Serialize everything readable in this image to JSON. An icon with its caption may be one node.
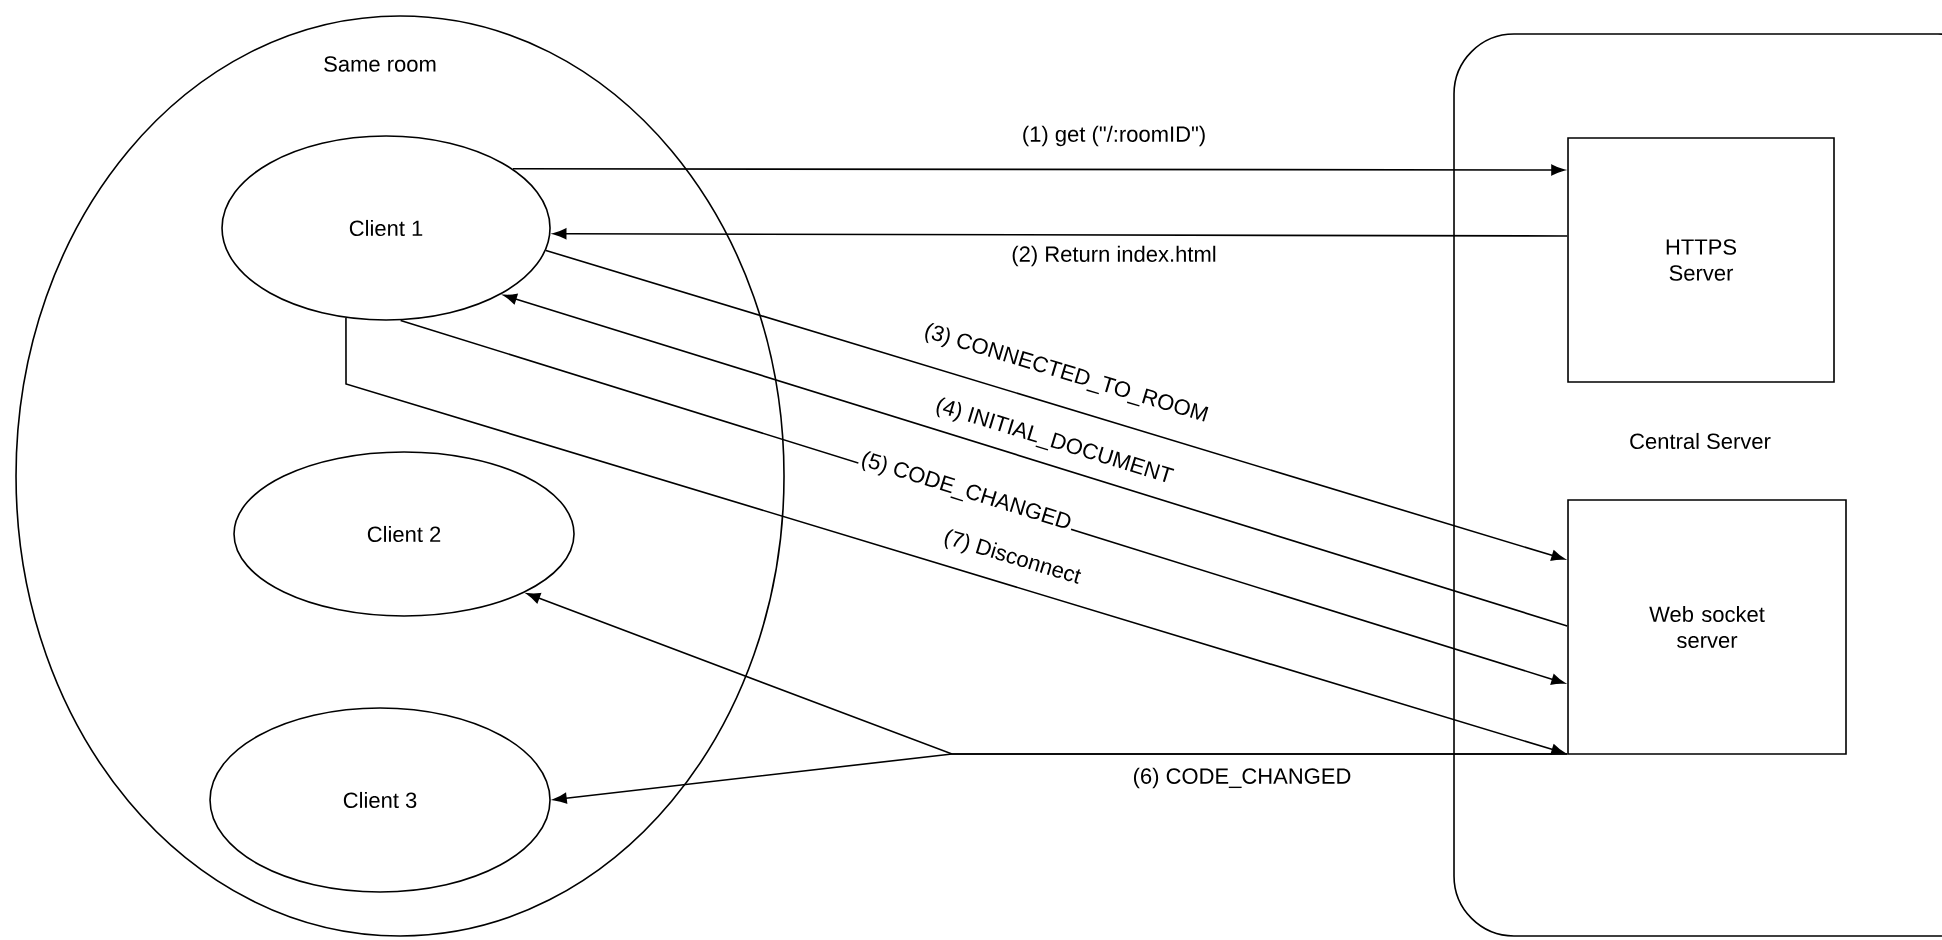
{
  "diagram": {
    "nodes": [
      {
        "text": [
          "Same room"
        ]
      },
      {
        "text": [
          "Client 1"
        ],
        "in": 0
      },
      {
        "text": [
          "Client 2"
        ],
        "in": 0
      },
      {
        "text": [
          "Client 3"
        ],
        "in": 0
      },
      {
        "text": [
          "Central Server"
        ]
      },
      {
        "text": [
          "HTTPS Server"
        ],
        "in": 4
      },
      {
        "text": [
          "Web socket server"
        ],
        "in": 4
      }
    ],
    "edges": [
      {
        "from": 1,
        "to": 5,
        "arrow": "to",
        "label": "(1) get (\"/:roomID\")"
      },
      {
        "from": 5,
        "to": 1,
        "arrow": "to",
        "label": "(2) Return index.html"
      },
      {
        "from": 1,
        "to": 6,
        "arrow": "to",
        "label": "(3) CONNECTED_TO_ROOM"
      },
      {
        "from": 6,
        "to": 1,
        "arrow": "to",
        "label": "(4) INITIAL_DOCUMENT"
      },
      {
        "from": 1,
        "to": 6,
        "arrow": "to",
        "label": "(5) CODE_CHANGED"
      },
      {
        "from": 6,
        "to": 2,
        "arrow": "to",
        "label": "(6) CODE_CHANGED"
      },
      {
        "from": 6,
        "to": 3,
        "arrow": "to"
      },
      {
        "from": 1,
        "to": 6,
        "arrow": "to",
        "label": "(7) Disconnect"
      }
    ]
  }
}
